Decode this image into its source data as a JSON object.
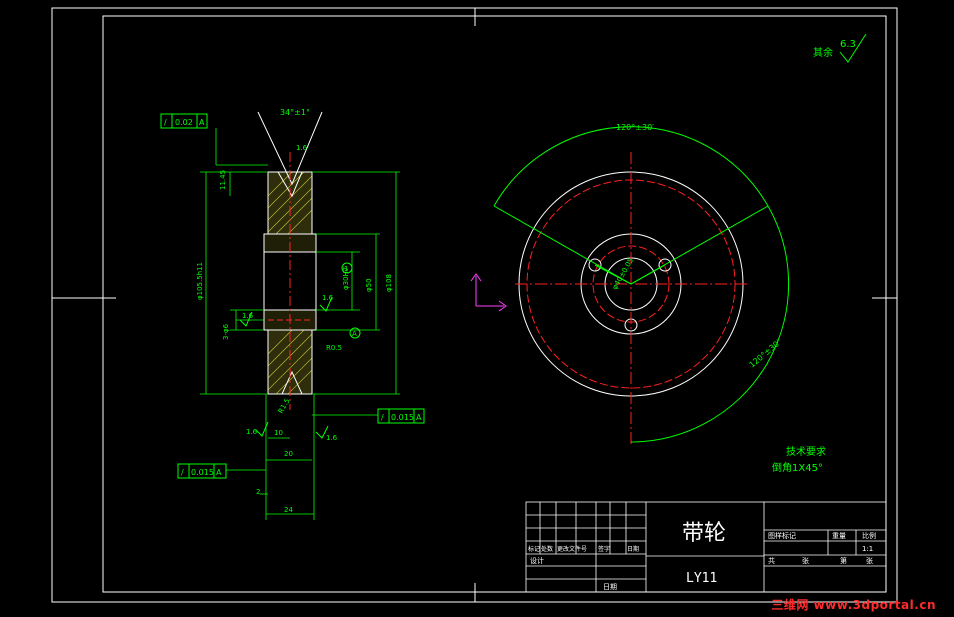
{
  "drawing": {
    "part_name": "带轮",
    "drawing_number": "LY11",
    "surface_finish": {
      "label": "其余",
      "value": "6.3"
    },
    "technical_requirements": {
      "title": "技术要求",
      "note": "倒角1X45°"
    }
  },
  "left_view": {
    "groove_angle": "34°±1°",
    "groove_depth_small": "1.6",
    "roughness": [
      "1.6",
      "1.6",
      "1.6",
      "1.6",
      "1.6"
    ],
    "dim_1145": "11.45",
    "dim_outer": "φ105.5h11",
    "dim_hub": "φ50",
    "dim_bore": "φ30H7",
    "dim_108": "φ108",
    "dim_holes": "3-φ6",
    "dim_r05": "R0.5",
    "dim_r15": "R1.5",
    "dim_10": "10",
    "dim_20": "20",
    "dim_2": "2",
    "dim_24": "24",
    "tol_top": {
      "sym": "/",
      "value": "0.02",
      "datum": "A"
    },
    "tol_right": {
      "sym": "/",
      "value": "0.015",
      "datum": "A"
    },
    "tol_left": {
      "sym": "/",
      "value": "0.015",
      "datum": "A"
    },
    "datum_circle_1": "1",
    "datum_circle_2": "A"
  },
  "right_view": {
    "arc_label_top": "120°±30′",
    "arc_label_right": "120°±30′",
    "bolt_circle": "φ40±0.05"
  },
  "title_block": {
    "left_rows": [
      "标记",
      "处数",
      "更改文件号",
      "签字",
      "日期"
    ],
    "design": "设计",
    "date": "日期",
    "right_headers": [
      "图样标记",
      "重量",
      "比例"
    ],
    "scale": "1:1",
    "sheet_row": [
      "共",
      "张",
      "第",
      "张"
    ]
  },
  "watermark": "三维网 www.3dportal.cn",
  "colors": {
    "line": "#ffffff",
    "dim": "#00ff00",
    "center": "#ff2020",
    "hatch": "#ffff40",
    "title": "#ffffff"
  }
}
